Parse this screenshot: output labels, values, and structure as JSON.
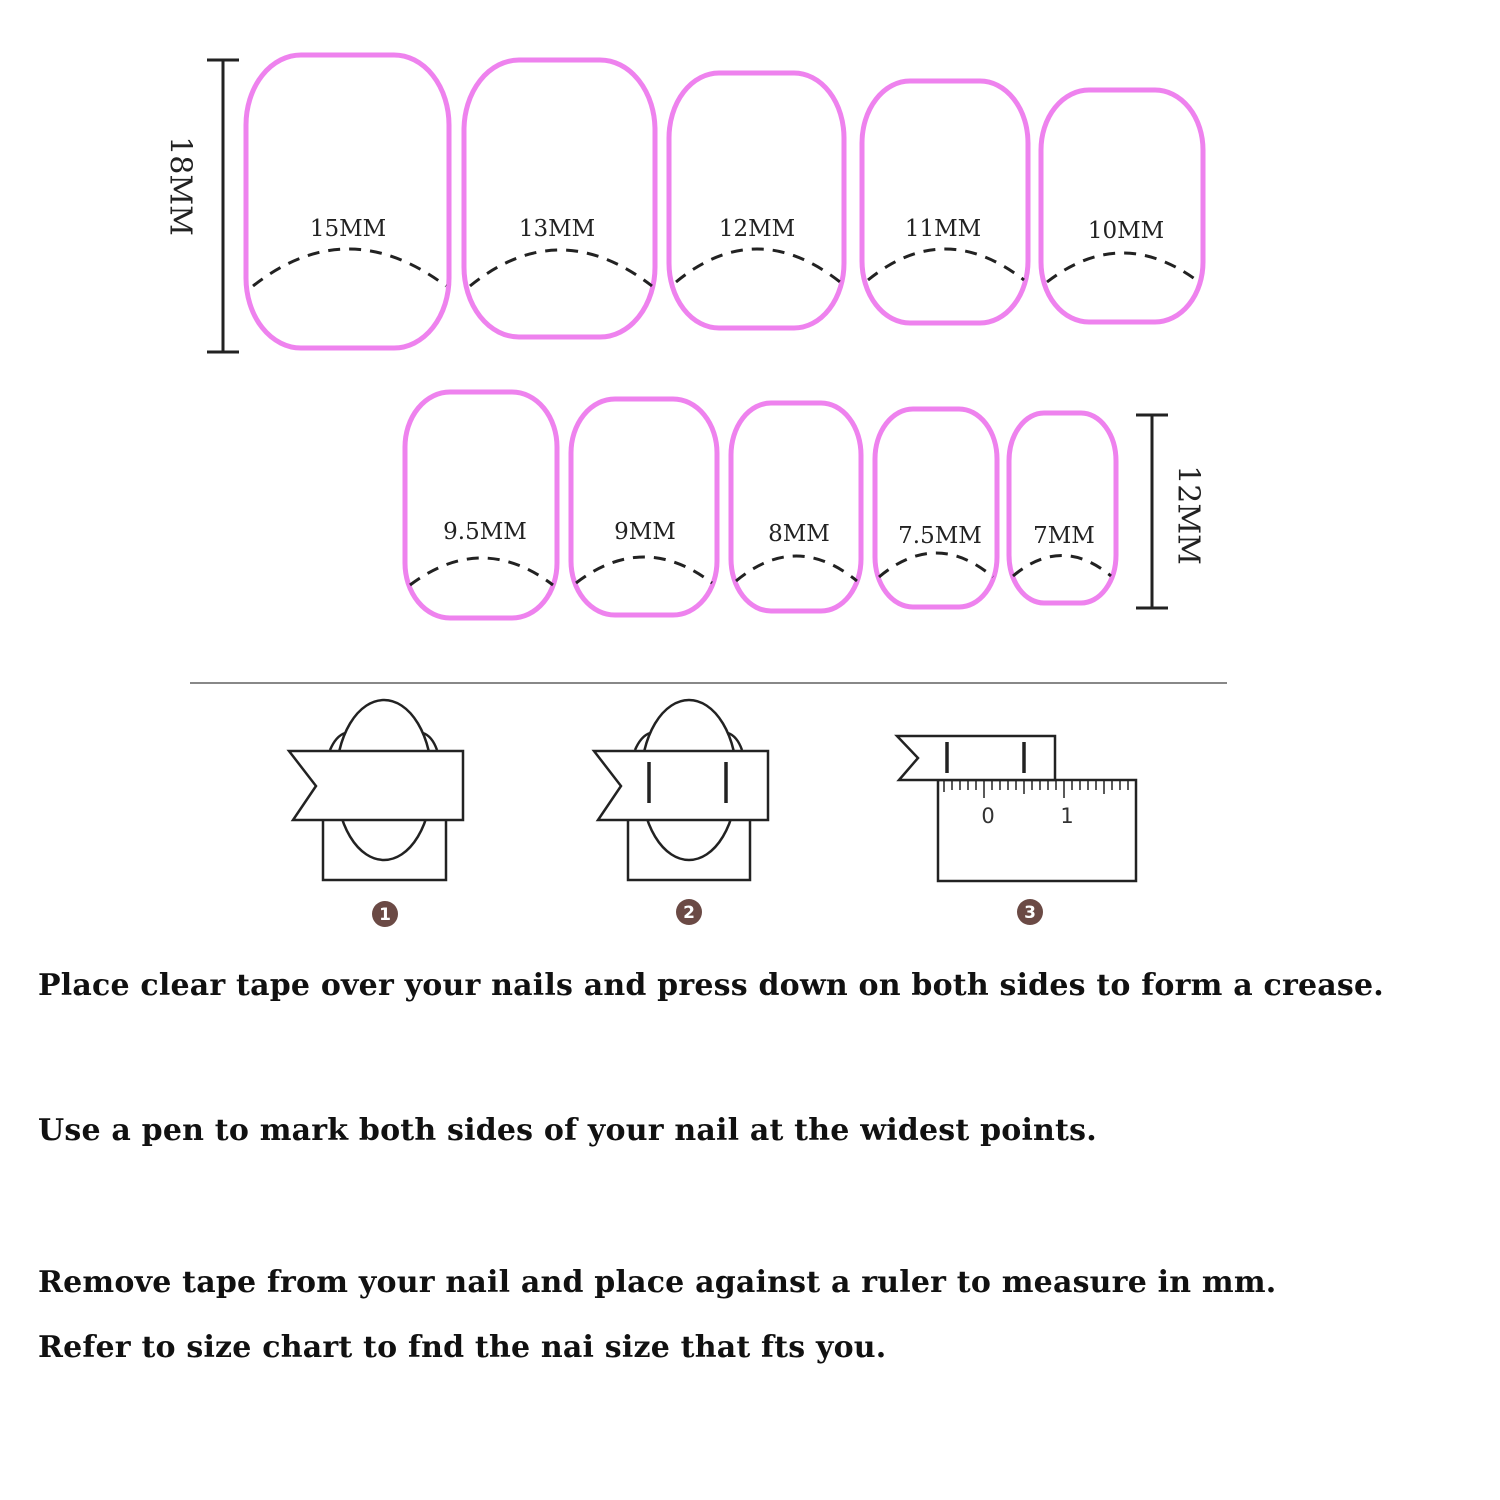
{
  "colors": {
    "nail_outline": "#ee82ee",
    "line": "#222222",
    "step_badge": "#6b4a45",
    "divider": "#888888"
  },
  "size_chart": {
    "row1": {
      "length_label": "18MM",
      "nails": [
        {
          "label": "15MM",
          "width_mm": 15,
          "length_mm": 18
        },
        {
          "label": "13MM",
          "width_mm": 13,
          "length_mm": 18
        },
        {
          "label": "12MM",
          "width_mm": 12,
          "length_mm": 18
        },
        {
          "label": "11MM",
          "width_mm": 11,
          "length_mm": 18
        },
        {
          "label": "10MM",
          "width_mm": 10,
          "length_mm": 18
        }
      ]
    },
    "row2": {
      "length_label": "12MM",
      "nails": [
        {
          "label": "9.5MM",
          "width_mm": 9.5,
          "length_mm": 12
        },
        {
          "label": "9MM",
          "width_mm": 9,
          "length_mm": 12
        },
        {
          "label": "8MM",
          "width_mm": 8,
          "length_mm": 12
        },
        {
          "label": "7.5MM",
          "width_mm": 7.5,
          "length_mm": 12
        },
        {
          "label": "7MM",
          "width_mm": 7,
          "length_mm": 12
        }
      ]
    }
  },
  "steps": [
    {
      "number": "1"
    },
    {
      "number": "2"
    },
    {
      "number": "3",
      "ruler_numbers": [
        "0",
        "1"
      ]
    }
  ],
  "instructions": [
    "Place clear tape over your nails and press down on both sides to form a crease.",
    "Use a pen to mark both sides of your nail at the widest points.",
    "Remove tape from your nail and place against a ruler to measure in mm.",
    "Refer to size chart to fnd the nai size that fts you."
  ]
}
